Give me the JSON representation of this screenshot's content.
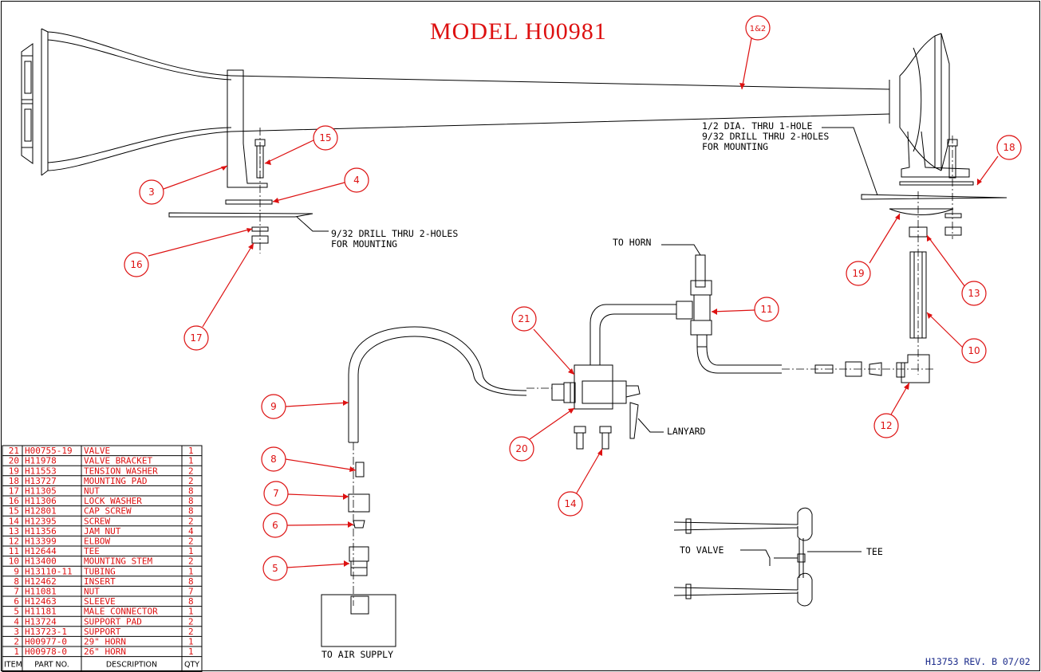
{
  "title": "MODEL H00981",
  "revision": "H13753 REV. B 07/02",
  "notes": {
    "left_mount": [
      "9/32 DRILL THRU 2-HOLES",
      "FOR MOUNTING"
    ],
    "right_mount": [
      "1/2 DIA. THRU 1-HOLE",
      "9/32 DRILL THRU 2-HOLES",
      "FOR MOUNTING"
    ],
    "to_horn": "TO HORN",
    "lanyard": "LANYARD",
    "to_air_supply": "TO AIR SUPPLY",
    "to_valve": "TO VALVE",
    "tee": "TEE"
  },
  "callouts": [
    "1&2",
    "3",
    "4",
    "5",
    "6",
    "7",
    "8",
    "9",
    "10",
    "11",
    "12",
    "13",
    "14",
    "15",
    "16",
    "17",
    "18",
    "19",
    "20",
    "21"
  ],
  "bom": {
    "headers": [
      "ITEM",
      "PART NO.",
      "DESCRIPTION",
      "QTY"
    ],
    "rows": [
      [
        "21",
        "H00755-19",
        "VALVE",
        "1"
      ],
      [
        "20",
        "H11978",
        "VALVE BRACKET",
        "1"
      ],
      [
        "19",
        "H11553",
        "TENSION WASHER",
        "2"
      ],
      [
        "18",
        "H13727",
        "MOUNTING PAD",
        "2"
      ],
      [
        "17",
        "H11305",
        "NUT",
        "8"
      ],
      [
        "16",
        "H11306",
        "LOCK WASHER",
        "8"
      ],
      [
        "15",
        "H12801",
        "CAP SCREW",
        "8"
      ],
      [
        "14",
        "H12395",
        "SCREW",
        "2"
      ],
      [
        "13",
        "H11356",
        "JAM NUT",
        "4"
      ],
      [
        "12",
        "H13399",
        "ELBOW",
        "2"
      ],
      [
        "11",
        "H12644",
        "TEE",
        "1"
      ],
      [
        "10",
        "H13400",
        "MOUNTING STEM",
        "2"
      ],
      [
        "9",
        "H13110-11",
        "TUBING",
        "1"
      ],
      [
        "8",
        "H12462",
        "INSERT",
        "8"
      ],
      [
        "7",
        "H11081",
        "NUT",
        "7"
      ],
      [
        "6",
        "H12463",
        "SLEEVE",
        "8"
      ],
      [
        "5",
        "H11181",
        "MALE CONNECTOR",
        "1"
      ],
      [
        "4",
        "H13724",
        "SUPPORT PAD",
        "2"
      ],
      [
        "3",
        "H13723-1",
        "SUPPORT",
        "2"
      ],
      [
        "2",
        "H00977-0",
        "29\" HORN",
        "1"
      ],
      [
        "1",
        "H00978-0",
        "26\" HORN",
        "1"
      ]
    ]
  }
}
